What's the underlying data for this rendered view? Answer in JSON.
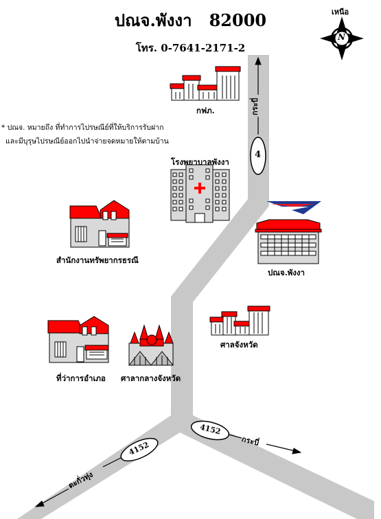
{
  "header": {
    "title": "ปณจ.พังงา   82000",
    "phone": "โทร. 0-7641-2171-2"
  },
  "compass": {
    "label": "เหนือ",
    "letter": "N"
  },
  "note": {
    "line1": "* ปณจ.  หมายถึง  ที่ทำการไปรษณีย์ที่ให้บริการรับฝาก",
    "line2": "และมีบุรุษไปรษณีย์ออกไปนำจ่ายจดหมายให้ตามบ้าน"
  },
  "places": {
    "egat": "กฟภ.",
    "hospital": "โรงพยาบาลพังงา",
    "resources": "สำนักงานทรัพยากรธรณี",
    "post_office": "ปณจ.พังงา",
    "provincial_court": "ศาลจังหวัด",
    "district_office": "ที่ว่าการอำเภอ",
    "central_hall": "ศาลากลางจังหวัด"
  },
  "roads": {
    "route4": "4",
    "route4152_a": "4152",
    "route4152_b": "4152",
    "to_krabi_top": "กระบี่",
    "to_krabi_bottom": "กระบี่",
    "to_takuathung": "ตะกั่วทุ่ง"
  },
  "colors": {
    "road": "#c8c8c8",
    "roof": "#ff0000",
    "building": "#d9d9d9"
  }
}
